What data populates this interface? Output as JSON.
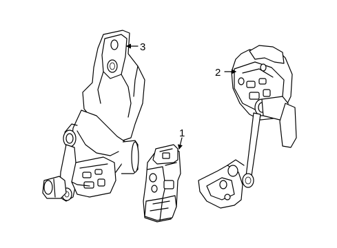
{
  "callouts": [
    {
      "label": "1"
    },
    {
      "label": "2"
    },
    {
      "label": "3"
    }
  ],
  "colors": {
    "line": "#000000",
    "background": "#ffffff"
  }
}
